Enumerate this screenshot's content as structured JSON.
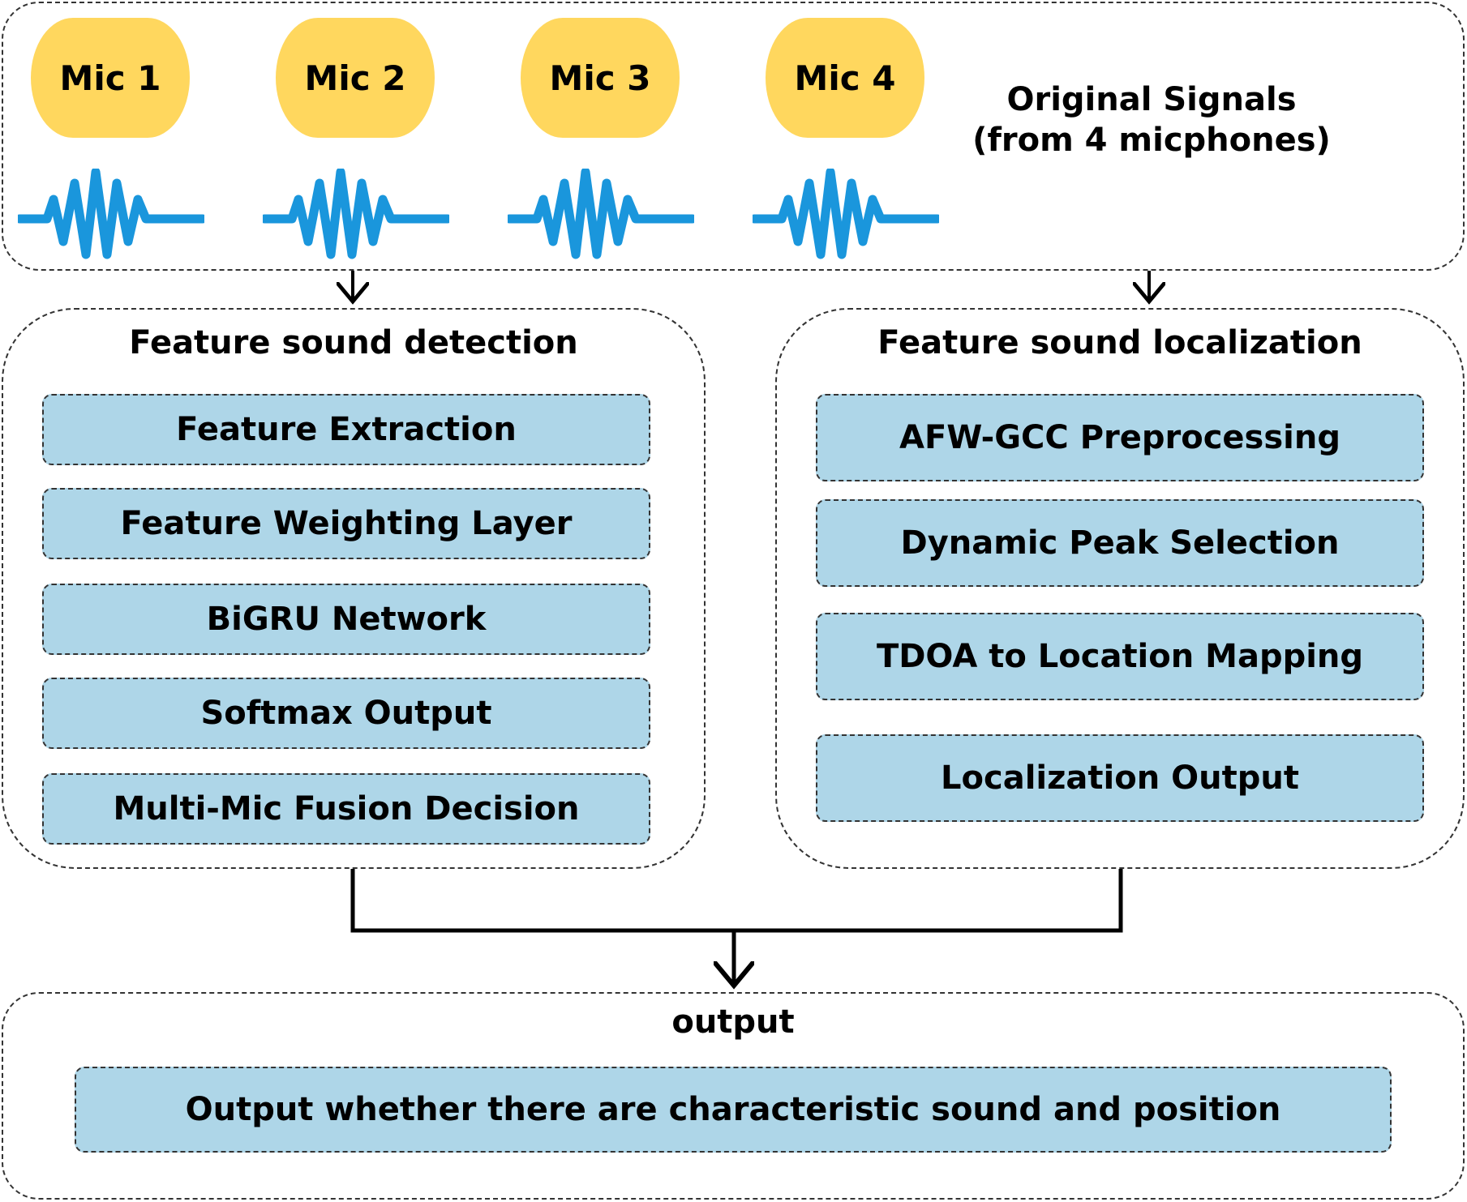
{
  "input_group": {
    "mics": [
      {
        "label": "Mic 1"
      },
      {
        "label": "Mic 2"
      },
      {
        "label": "Mic 3"
      },
      {
        "label": "Mic 4"
      }
    ],
    "title_line1": "Original Signals",
    "title_line2": "(from 4 micphones)"
  },
  "detection": {
    "title": "Feature sound detection",
    "steps": [
      "Feature Extraction",
      "Feature Weighting Layer",
      "BiGRU Network",
      "Softmax Output",
      "Multi-Mic Fusion Decision"
    ]
  },
  "localization": {
    "title": "Feature sound localization",
    "steps": [
      "AFW-GCC Preprocessing",
      "Dynamic Peak Selection",
      "TDOA to Location Mapping",
      "Localization Output"
    ]
  },
  "output": {
    "title": "output",
    "result": "Output whether there are characteristic sound and position"
  },
  "colors": {
    "mic_fill": "#FFD75E",
    "wave_stroke": "#1A96DC",
    "step_fill": "#AED6E8",
    "border": "#333333"
  },
  "icons": [
    "waveform-icon",
    "arrow-down-icon"
  ]
}
